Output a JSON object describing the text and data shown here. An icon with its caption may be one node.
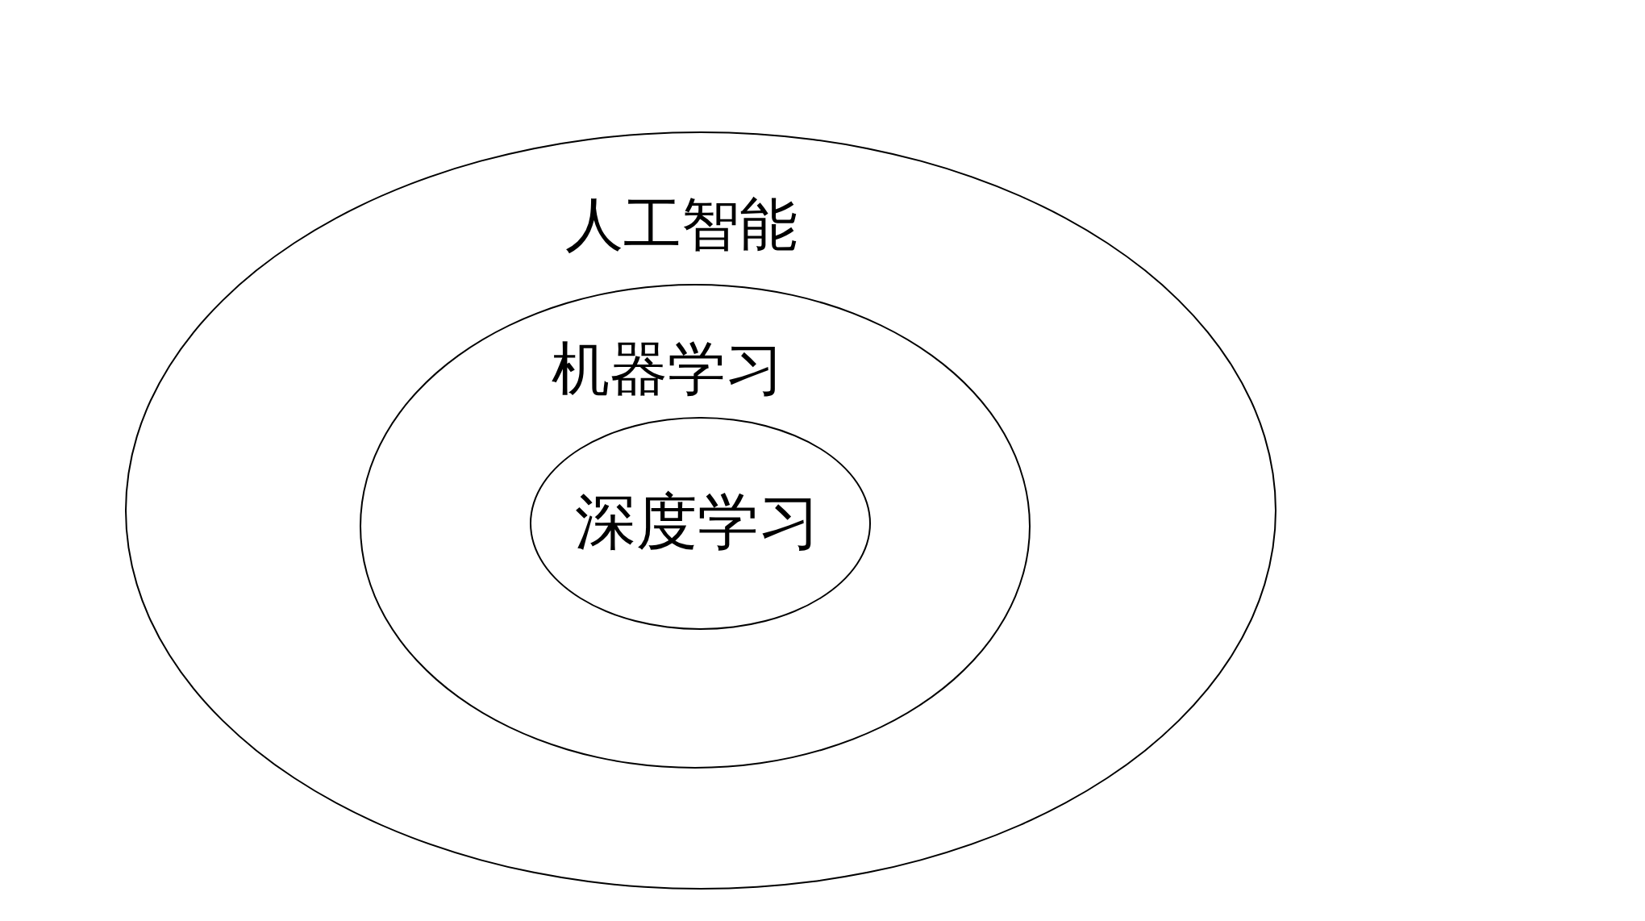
{
  "diagram": {
    "nodes": [
      {
        "text": [
          "人工智能"
        ]
      },
      {
        "text": [
          "机器学习"
        ],
        "in": 0
      },
      {
        "text": [
          "深度学习"
        ],
        "in": 1
      }
    ]
  }
}
